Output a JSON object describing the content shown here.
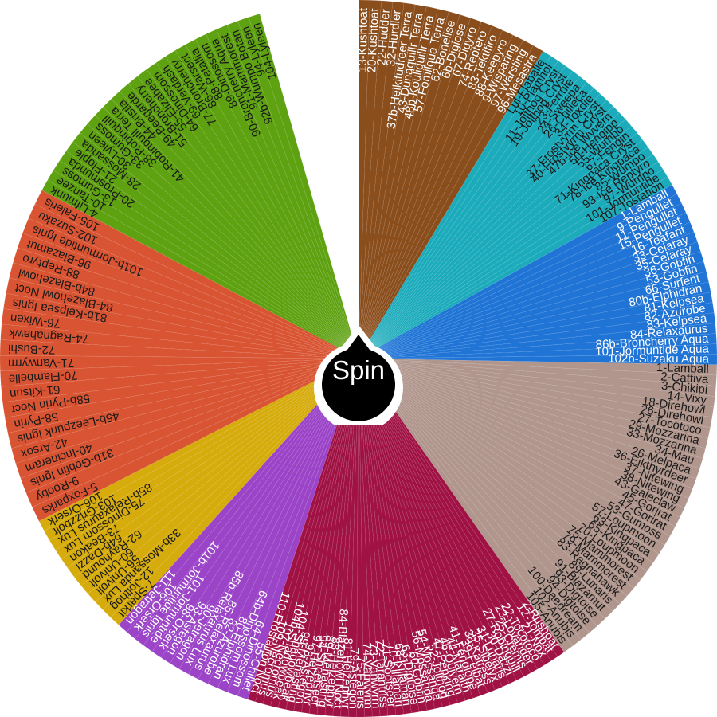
{
  "spin_button": {
    "label": "Spin"
  },
  "colors": {
    "dark_label": "#1a1a1a",
    "light_label": "#ffffff",
    "divider": "rgba(255,255,255,0.12)",
    "pointer": "#000000"
  },
  "groups": [
    {
      "color": "#8a4d1c",
      "start_deg": 0,
      "end_deg": 31,
      "labels": [
        "13-Kushtoat",
        "20-Kushtoat",
        "22-Hudder",
        "32-Hurdler",
        "37b-Heikitudreer Terra",
        "43-Dunaquillr Terra",
        "48b-Kouliquillr Terra",
        "57-Fomilqua Terra",
        "62-Bonelise",
        "6b-Digiose",
        "67-Digyro",
        "74-Reptero",
        "83-Tektifiro",
        "88-Keepyro",
        "9-Wisparing",
        "97-Warsting",
        "96-Mesastra"
      ]
    },
    {
      "color": "#1cabbb",
      "start_deg": 31,
      "end_deg": 61,
      "labels": [
        "Lul-Flaballe",
        "10-Plamhol",
        "11-Jolthog Cryst",
        "19-Jolthog Cryst",
        "23-Ferrule",
        "24-Sweepa",
        "26-Chilleca",
        "34-Toxdie",
        "37-Frostvyrm Cryst",
        "40-Frostvyrm Cryst",
        "47b-Ice Wyvern",
        "50-Hengipp",
        "55-Wumpo",
        "67-Fengin",
        "71-Kingpaca Cryst",
        "78-Ice Kingpaca",
        "85-Wumpo",
        "93-Ice Reptyro",
        "97-Wumpo",
        "101-Jormuntide",
        "107-Tostation"
      ]
    },
    {
      "color": "#1f74d6",
      "start_deg": 61,
      "end_deg": 91,
      "labels": [
        "1-Lamball",
        "9-Pengullet",
        "11-Pengullet",
        "15-Pengullet",
        "16-Teafant",
        "33-Celaray",
        "35-Celaray",
        "36-Gobfin",
        "53-Gobfin",
        "66-Surfent",
        "80b-Elphidran",
        "81-Kelpsea",
        "82-Azurobe",
        "83-Kelpsea",
        "84-Relaxaurus",
        "86b-Broncherry Aqua",
        "101-Jormuntide Aqua",
        "102b-Suzaku Aqua"
      ]
    },
    {
      "color": "#b0968d",
      "start_deg": 91,
      "end_deg": 145,
      "labels": [
        "1-Lamball",
        "2-Cattiva",
        "3-Chikipi",
        "14-Vixy",
        "18-Direhowl",
        "26-Direhowl",
        "27-Tocotoco",
        "29-Mozzarina",
        "33-Mozzarina",
        "34-Mau",
        "26-Melpaca",
        "36-Eikthyrdeer",
        "37-Nitewing",
        "38-Nitewing",
        "43-Galeclaw",
        "45-Gorirat",
        "47-Gorirat",
        "53-Gumoss",
        "57-Loupmoon",
        "63-Kingpaca",
        "65-Kingpaca",
        "70-Loupmoon",
        "75-Mammorest",
        "79-Mammorest",
        "83-Ragnahawk",
        "89-Lunaris",
        "91-Blazamut",
        "93-Digtoise",
        "94-Digtoise",
        "100-Daedream",
        "102-Anubis",
        "105-Anubis"
      ]
    },
    {
      "color": "#a01244",
      "start_deg": 145,
      "end_deg": 198,
      "labels": [
        "2-Rushoar",
        "12-Tombat",
        "21-Nox",
        "22-Tocotoco",
        "23-Lovander",
        "25-Cremis",
        "27-Robinquill",
        "30-Dazzi",
        "31-Lunaris",
        "35-Sibelyx",
        "38-Katress",
        "39-Felbat",
        "41-Fenglope",
        "44-Maraith",
        "46-Quivern",
        "47-Penking",
        "52-Jolthog",
        "54-Mossanda",
        "56-Mossanda",
        "60-Gobfin",
        "63-Digtoise",
        "68-Killamari",
        "70-Killamari",
        "71-Sootseer",
        "72-Tarantriss",
        "73-Vanwyrm",
        "74-Vanwyrm",
        "75-Faleris",
        "79-Astegon",
        "81-Helzephyr",
        "84-Blazehowl Noct",
        "88-Helzephyr",
        "89-Menasting",
        "94-Sheetseer",
        "97-Helzephyr",
        "98-Astegon",
        "99-Menasting",
        "104-Shadowbeak",
        "104b-Shadowbeak",
        "107-Necromus",
        "109-Necromus",
        "110-Frostallion Noct"
      ]
    },
    {
      "color": "#9b44c8",
      "start_deg": 198,
      "end_deg": 222,
      "labels": [
        "55-Chillet",
        "64-Dinossom",
        "64b-Dinossom Lux",
        "80-Elphidran",
        "82-Azurobe",
        "85-Relaxaurus",
        "85b-Relaxaurus Lux",
        "90-Jetragon",
        "93-Astegon",
        "98-Orserk",
        "101-Jormuntide",
        "101b-Jormuntide Ignis",
        "106-Orserk",
        "111-Jetragon"
      ]
    },
    {
      "color": "#d6ab0c",
      "start_deg": 222,
      "end_deg": 243,
      "labels": [
        "7-Sparkit",
        "12-Jolthog",
        "33b-Mossanda Lux",
        "56-Univolt",
        "60-Univolt",
        "62-Rayhound",
        "64b-Dazzi",
        "73-Beakon",
        "75-Dinossom Lux",
        "85b-Relaxaurus Lux",
        "103-Grizzbolt",
        "106-Orserk"
      ]
    },
    {
      "color": "#d95433",
      "start_deg": 243,
      "end_deg": 298,
      "labels": [
        "5-Foxparks",
        "9-Rooby",
        "31b-Gobfin Ignis",
        "40-Incineram",
        "42-Arsox",
        "45b-Leezpunk Ignis",
        "58-Pyrin",
        "58b-Pyrin Noct",
        "61-Kitsun",
        "70-Flambelle",
        "71-Vanwyrm",
        "72-Bushi",
        "74-Ragnahawk",
        "76-Wixen",
        "81b-Kelpsea Ignis",
        "84-Blazehowl Noct",
        "84b-Blazehowl",
        "88-Reptyro",
        "96-Blazamut",
        "101b-Jormuntide Ignis",
        "102-Suzaku",
        "105-Faleris"
      ]
    },
    {
      "color": "#5ea111",
      "start_deg": 298,
      "end_deg": 344,
      "labels": [
        "4-Lifmunk",
        "10-Tanzee",
        "13-Gumoss",
        "20-Prosmunda",
        "21-Flopie",
        "28-Mossanda",
        "30-Lyleen",
        "33-Gumoss",
        "38-Robinquill",
        "41-Robinquill Terra",
        "44-Bristla",
        "49-Beegarde",
        "51-Broncherry",
        "55-Elizabee",
        "64-Dinossom",
        "69-Verdash",
        "77-Broncherry",
        "86-Warsect",
        "88-Petallia",
        "89-Dinossom",
        "90-Broncherry Aqua",
        "91-Mammorest",
        "92b-Wumpo Botan",
        "94-Lyleen",
        "104-Lyleen"
      ]
    }
  ]
}
